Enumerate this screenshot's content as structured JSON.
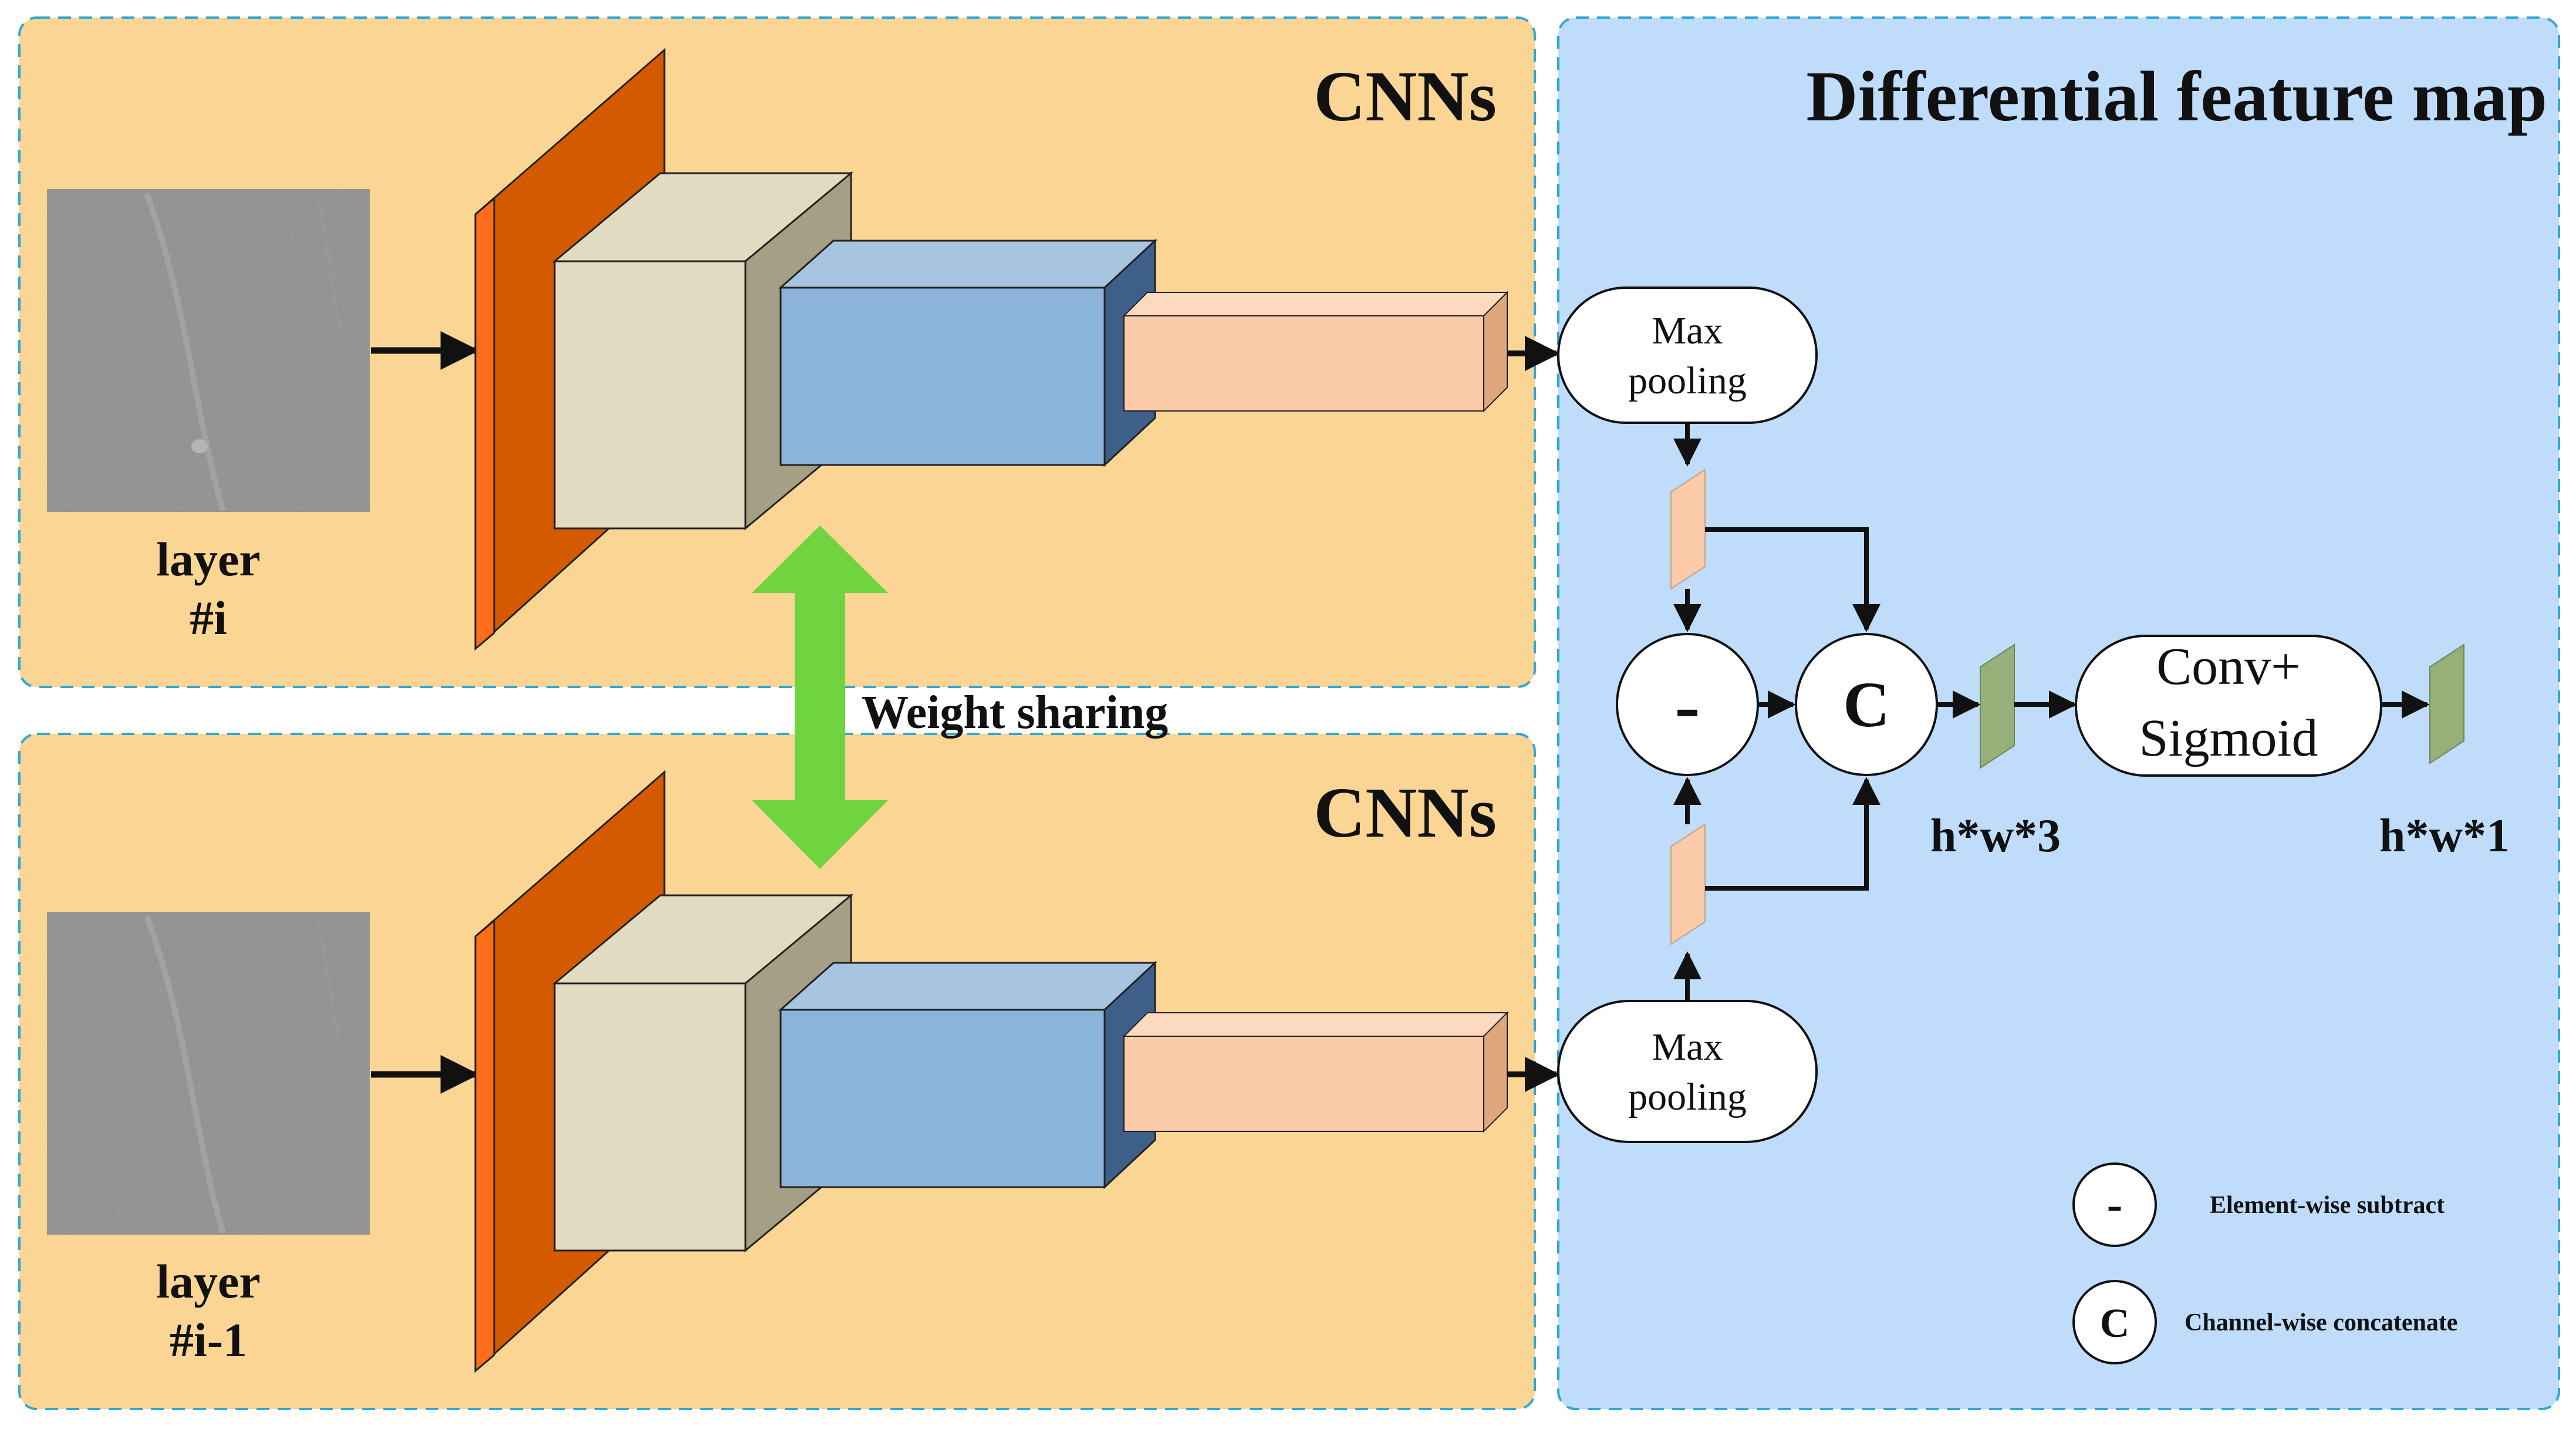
{
  "panels": {
    "cnn_top_title": "CNNs",
    "cnn_bottom_title": "CNNs",
    "right_title": "Differential feature map"
  },
  "inputs": {
    "top_label_line1": "layer",
    "top_label_line2": "#i",
    "bottom_label_line1": "layer",
    "bottom_label_line2": "#i-1"
  },
  "weight_sharing_label": "Weight sharing",
  "nodes": {
    "max_pool_top_line1": "Max",
    "max_pool_top_line2": "pooling",
    "max_pool_bottom_line1": "Max",
    "max_pool_bottom_line2": "pooling",
    "subtract_symbol": "-",
    "concat_symbol": "C",
    "conv_line1": "Conv+",
    "conv_line2": "Sigmoid"
  },
  "shapes": {
    "concat_output": "h*w*3",
    "final_output": "h*w*1"
  },
  "legend": {
    "subtract_symbol": "-",
    "subtract_label": "Element-wise subtract",
    "concat_symbol": "C",
    "concat_label": "Channel-wise concatenate"
  },
  "colors": {
    "cnn_panel_bg": "#fad593",
    "right_panel_bg": "#bfdcfb",
    "panel_border": "#2fa8d6",
    "conv_layer_front": "#fe6d19",
    "conv_layer_side": "#d45a00",
    "cube_front": "#e1dbc2",
    "cube_side": "#a59f86",
    "blue_block_front": "#8cb4da",
    "blue_block_side": "#3d5f8a",
    "peach_block": "#fcccaa",
    "feature_green": "#97b07a",
    "weight_arrow": "#6fd43f",
    "arrow": "#111111"
  }
}
